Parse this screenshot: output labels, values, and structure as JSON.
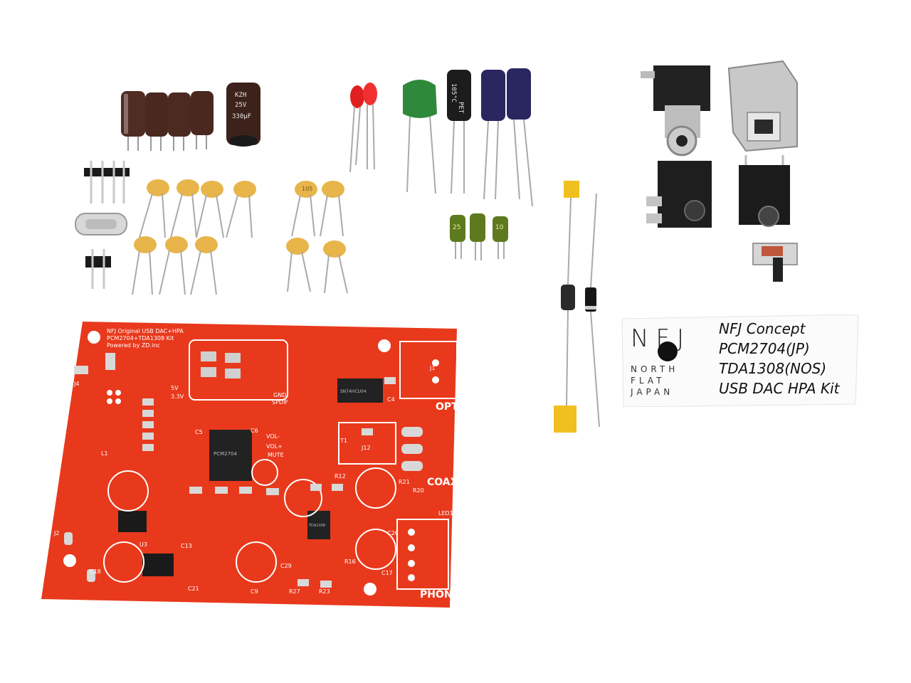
{
  "pcb": {
    "title_line1": "NFJ Original USB DAC+HPA",
    "title_line2": "PCM2704+TDA1308 Kit",
    "title_line3": "Powered by ZD.inc",
    "label_opt": "OPT",
    "label_coax": "COAX",
    "label_phone": "PHONE",
    "label_spdif": "SPDIF",
    "label_gnd": "GND",
    "label_vol_plus": "VOL+",
    "label_vol_minus": "VOL-",
    "label_mute": "MUTE",
    "label_led1": "LED1",
    "label_r12": "R12",
    "label_r16": "R16",
    "label_r21": "R21",
    "label_r20": "R20",
    "label_j12": "J12",
    "label_t1": "T1",
    "label_c17": "C17",
    "label_c18": "C18",
    "label_c21": "C21",
    "label_c9": "C9",
    "label_c4": "C4",
    "label_c6": "C6",
    "label_c5": "C5",
    "label_c13": "C13",
    "label_c26": "C26",
    "label_j4": "J4",
    "label_j2": "J2",
    "label_j1": "J1",
    "label_l1": "L1",
    "label_u3": "U3",
    "label_5v": "5V",
    "label_33v": "3.3V",
    "label_r23": "R23",
    "label_r27": "R27",
    "label_c29": "C29"
  },
  "chips": {
    "main_ic": "PCM2704",
    "amp_ic": "TDA1308",
    "inverter_ic": "SN74HCU04"
  },
  "capacitors": {
    "big_cap_rating": "25V",
    "big_cap_value": "330μF",
    "big_cap_series": "KZH",
    "small_cap_marking": "105",
    "mid_cap_temp": "105°C",
    "mid_cap_marking": "PET",
    "tiny_cap_value": "25",
    "tiny_cap_value2": "10"
  },
  "label_card": {
    "logo": "NFJ",
    "sub_line1": "NORTH",
    "sub_line2": "FLAT",
    "sub_line3": "JAPAN",
    "line1": "NFJ Concept",
    "line2": "PCM2704(JP)",
    "line3": "TDA1308(NOS)",
    "line4": "USB DAC HPA Kit"
  },
  "colors": {
    "pcb_red": "#e8391c",
    "background": "#ffffff",
    "cap_yellow": "#e8b54a",
    "cap_brown": "#4a2a22",
    "cap_green": "#2e8a3a",
    "cap_blue": "#2a2660",
    "led_red": "#e02020"
  }
}
